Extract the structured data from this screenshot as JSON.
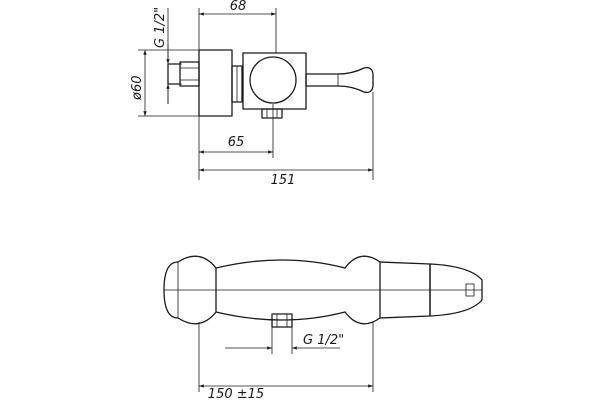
{
  "top_view": {
    "width_68": "68",
    "thread_g12": "G 1/2\"",
    "diameter_60": "ø60",
    "dist_65": "65",
    "length_151": "151"
  },
  "front_view": {
    "thread_g12": "G 1/2\"",
    "length_150": "150 ±15"
  }
}
